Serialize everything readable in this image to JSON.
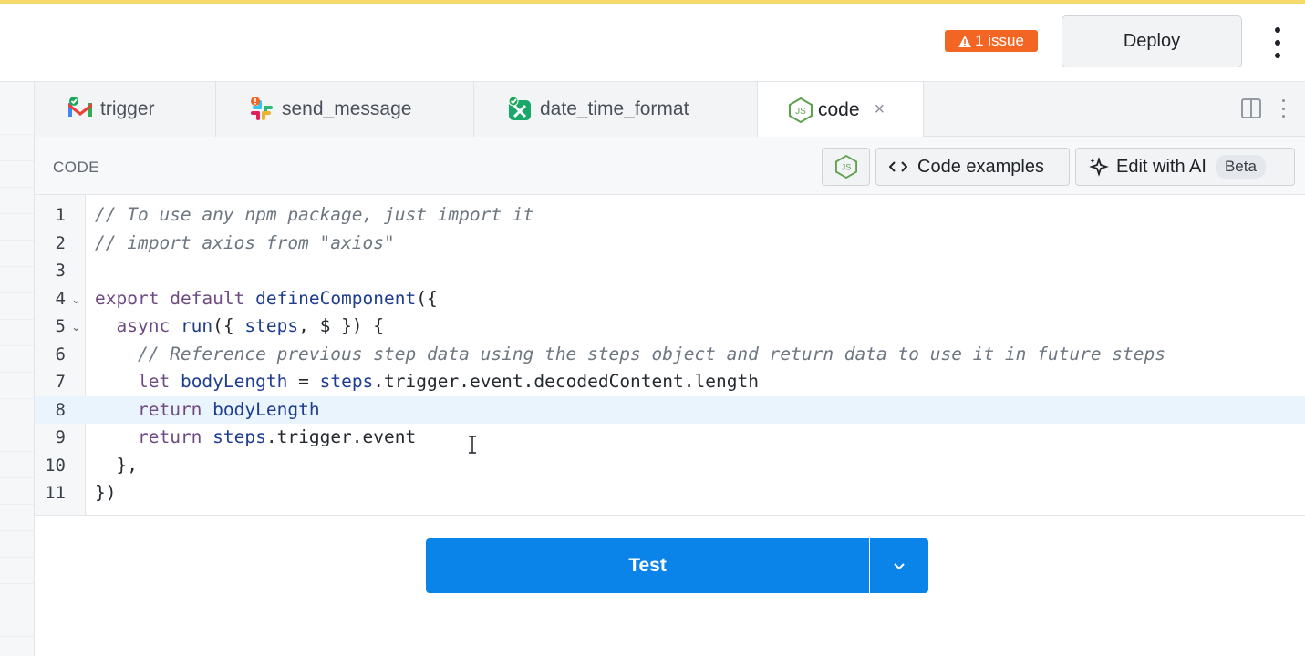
{
  "topbar": {
    "issue_label": "1 issue",
    "deploy_label": "Deploy",
    "colors": {
      "issue": "#f26522",
      "accent_strip": "#f5d96b"
    }
  },
  "tabs": [
    {
      "label": "trigger",
      "icon": "gmail-icon"
    },
    {
      "label": "send_message",
      "icon": "slack-icon"
    },
    {
      "label": "date_time_format",
      "icon": "formatting-icon"
    },
    {
      "label": "code",
      "icon": "nodejs-icon",
      "active": true,
      "close": "×"
    }
  ],
  "code_header": {
    "label": "CODE",
    "examples_label": "Code examples",
    "ai_label": "Edit with AI",
    "beta_label": "Beta"
  },
  "editor": {
    "highlighted_line": 8,
    "lines": [
      {
        "n": "1",
        "text": "// To use any npm package, just import it"
      },
      {
        "n": "2",
        "text": "// import axios from \"axios\""
      },
      {
        "n": "3",
        "text": ""
      },
      {
        "n": "4",
        "text": "export default defineComponent({"
      },
      {
        "n": "5",
        "text": "  async run({ steps, $ }) {"
      },
      {
        "n": "6",
        "text": "    // Reference previous step data using the steps object and return data to use it in future steps"
      },
      {
        "n": "7",
        "text": "    let bodyLength = steps.trigger.event.decodedContent.length"
      },
      {
        "n": "8",
        "text": "    return bodyLength"
      },
      {
        "n": "9",
        "text": "    return steps.trigger.event"
      },
      {
        "n": "10",
        "text": "  },"
      },
      {
        "n": "11",
        "text": "})"
      }
    ]
  },
  "test": {
    "label": "Test",
    "color": "#0a84e8"
  }
}
